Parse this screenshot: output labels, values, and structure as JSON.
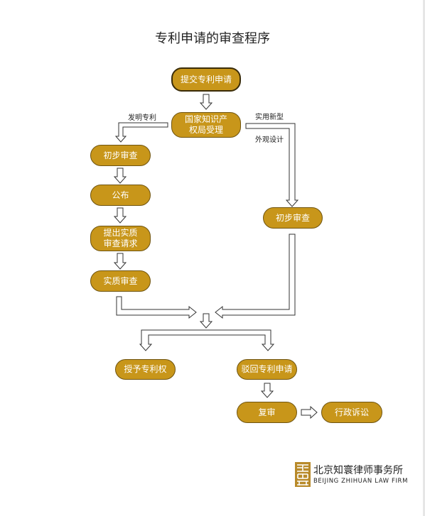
{
  "title": "专利申请的审查程序",
  "nodes": {
    "submit": "提交专利申请",
    "office": "国家知识产\n权局受理",
    "prelim_left": "初步审查",
    "publish": "公布",
    "request_substantive": "提出实质\n审查请求",
    "substantive": "实质审查",
    "prelim_right": "初步审查",
    "grant": "授予专利权",
    "reject": "驳回专利申请",
    "reexam": "复审",
    "litigation": "行政诉讼"
  },
  "labels": {
    "invention": "发明专利",
    "utility": "实用新型",
    "design": "外观设计"
  },
  "logo": {
    "name_cn": "北京知寰律师事务所",
    "name_en": "BEIJING ZHIHUAN LAW FIRM"
  },
  "colors": {
    "node_fill": "#c8961a",
    "node_border": "#6f5410",
    "node_text": "#ffffff",
    "arrow_stroke": "#333333"
  },
  "icons": [
    "hollow-arrow-down",
    "hollow-arrow-right",
    "seal-logo"
  ]
}
